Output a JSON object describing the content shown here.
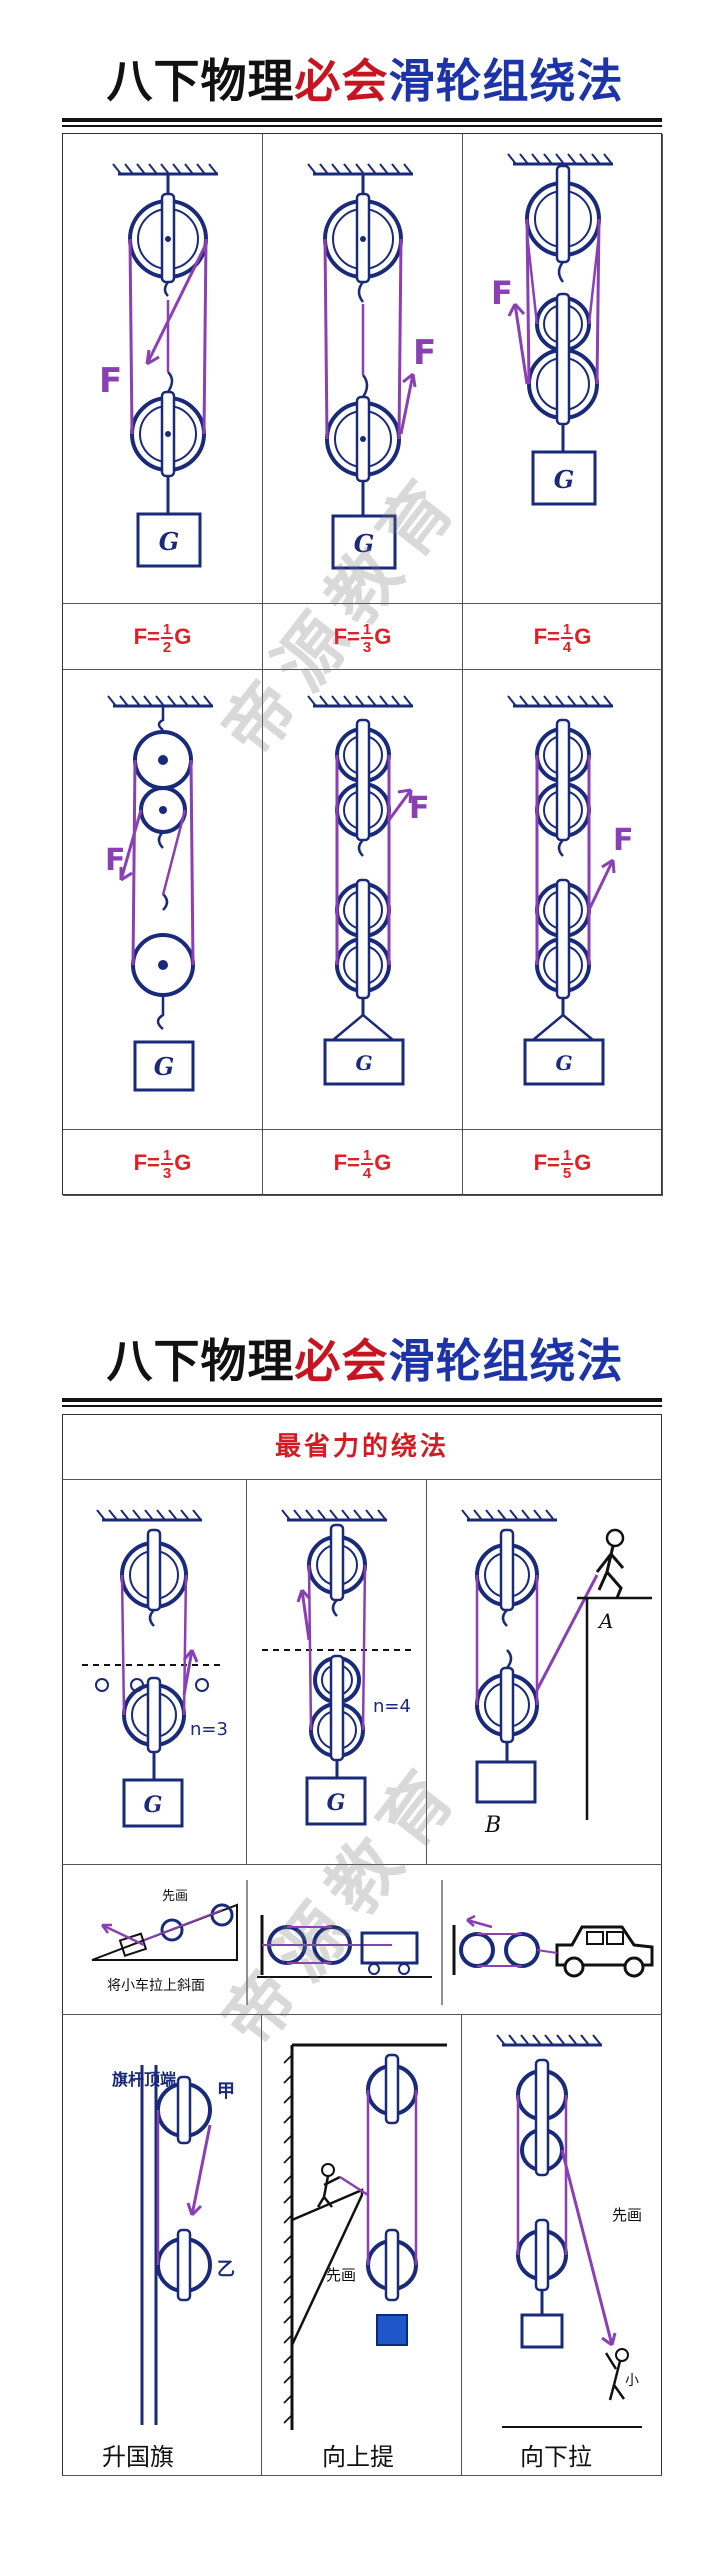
{
  "section1": {
    "title_part1": "八下物理",
    "title_part2": "必会",
    "title_part3": "滑轮组绕法",
    "diagrams": [
      {
        "force_label": "F",
        "load_label": "G"
      },
      {
        "force_label": "F",
        "load_label": "G"
      },
      {
        "force_label": "F",
        "load_label": "G"
      },
      {
        "force_label": "F",
        "load_label": "G"
      },
      {
        "force_label": "F",
        "load_label": "G"
      },
      {
        "force_label": "F",
        "load_label": "G"
      }
    ],
    "formulas": [
      {
        "prefix": "F=",
        "num": "1",
        "den": "2",
        "suffix": "G"
      },
      {
        "prefix": "F=",
        "num": "1",
        "den": "3",
        "suffix": "G"
      },
      {
        "prefix": "F=",
        "num": "1",
        "den": "4",
        "suffix": "G"
      },
      {
        "prefix": "F=",
        "num": "1",
        "den": "3",
        "suffix": "G"
      },
      {
        "prefix": "F=",
        "num": "1",
        "den": "4",
        "suffix": "G"
      },
      {
        "prefix": "F=",
        "num": "1",
        "den": "5",
        "suffix": "G"
      }
    ]
  },
  "section2": {
    "title_part1": "八下物理",
    "title_part2": "必会",
    "title_part3": "滑轮组绕法",
    "subheading": "最省力的绕法",
    "row1": {
      "d1_load": "G",
      "d1_n": "n=3",
      "d2_load": "G",
      "d2_n": "n=4",
      "d3_label_a": "A",
      "d3_label_b": "B"
    },
    "row2": {
      "incline_caption": "将小车拉上斜面",
      "incline_note": "先画"
    },
    "row3": {
      "c1_pole": "旗杆顶端",
      "c1_jia": "甲",
      "c1_yi": "乙",
      "c1_caption": "升国旗",
      "c2_note": "先画",
      "c2_caption": "向上提",
      "c3_note": "先画",
      "c3_person": "小",
      "c3_caption": "向下拉"
    }
  },
  "watermark": {
    "text": "帝源教育"
  },
  "colors": {
    "title_red": "#c8141e",
    "title_blue": "#1c34a8",
    "formula_red": "#e01f26",
    "rope_purple": "#8a3fb4",
    "pulley_blue": "#1a2a7a"
  }
}
